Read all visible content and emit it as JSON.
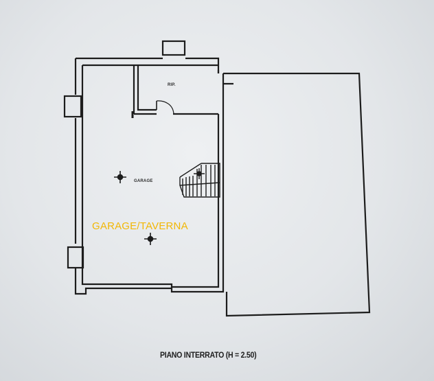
{
  "plan": {
    "labels": {
      "room_small": "RIP.",
      "room_main": "GARAGE",
      "overlay": "GARAGE/TAVERNA",
      "caption": "PIANO INTERRATO (H = 2.50)"
    },
    "colors": {
      "line": "#1c1c1c",
      "overlay_text": "#f2b705",
      "paper": "#e6e9ec"
    }
  }
}
